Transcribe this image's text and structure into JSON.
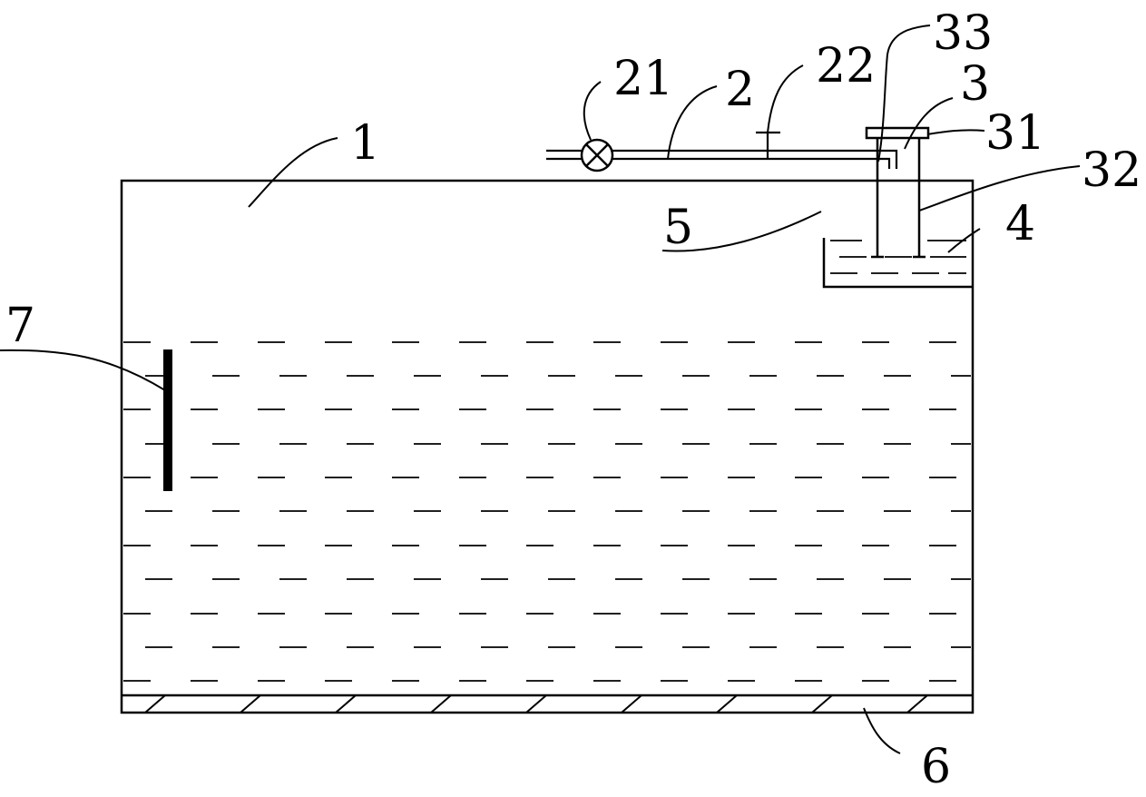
{
  "figure": {
    "stroke_color": "#000000",
    "background": "#ffffff",
    "labels": {
      "tank": "1",
      "pipe": "2",
      "valve": "21",
      "fitting": "22",
      "column": "3",
      "cap": "31",
      "column_wall": "32",
      "inner_tube": "33",
      "trough_liquid": "4",
      "trough": "5",
      "bottom_layer": "6",
      "probe": "7"
    }
  }
}
